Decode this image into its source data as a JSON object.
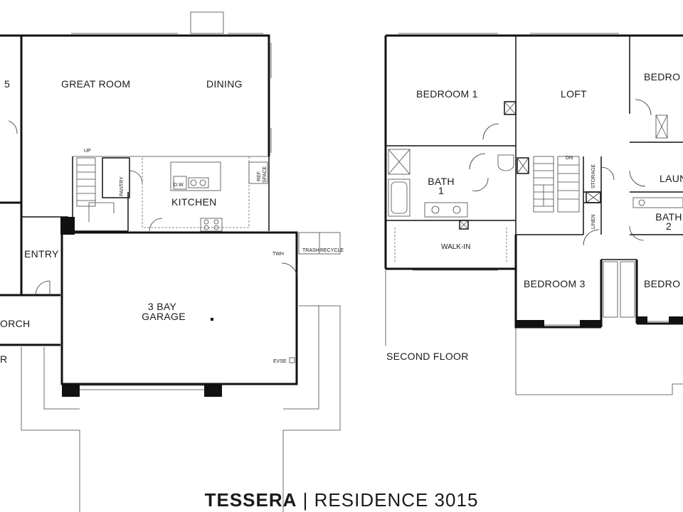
{
  "floors": {
    "first": {
      "rooms": {
        "bedroom5": "5",
        "great_room": "GREAT ROOM",
        "dining": "DINING",
        "kitchen": "KITCHEN",
        "pantry": "PANTRY",
        "entry": "ENTRY",
        "garage_line1": "3 BAY",
        "garage_line2": "GARAGE",
        "porch": "ORCH",
        "partial_r": "R"
      },
      "fixtures": {
        "up": "UP",
        "dw": "D.W.",
        "ref_line1": "REF",
        "ref_line2": "SPACE",
        "twh": "TWH",
        "trash": "TRASH",
        "recycle": "RECYCLE",
        "evse": "EVSE"
      }
    },
    "second": {
      "title": "SECOND FLOOR",
      "rooms": {
        "bedroom1": "BEDROOM 1",
        "loft": "LOFT",
        "bedroom_partial_top": "BEDRO",
        "bath1_line1": "BATH",
        "bath1_line2": "1",
        "walkin": "WALK-IN",
        "laundry_partial": "LAUN",
        "bath2_line1": "BATH",
        "bath2_line2": "2",
        "bedroom3": "BEDROOM 3",
        "bedroom_partial_bottom": "BEDRO"
      },
      "fixtures": {
        "dn": "DN",
        "storage": "STORAGE",
        "linen": "LINEN"
      }
    }
  },
  "footer": {
    "model": "TESSERA",
    "separator": "|",
    "residence": "RESIDENCE 3015"
  }
}
